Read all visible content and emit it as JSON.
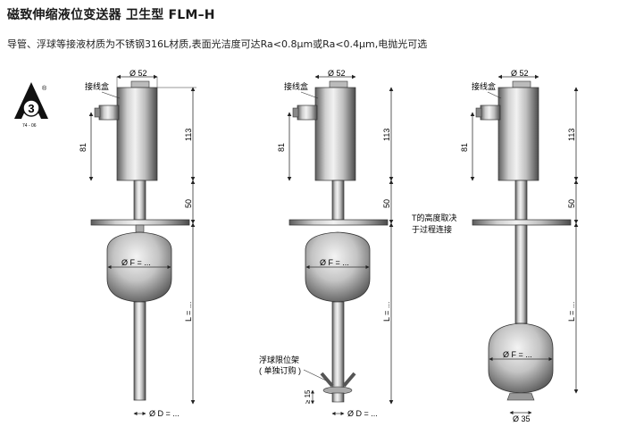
{
  "header": {
    "title": "磁致伸缩液位变送器 卫生型 FLM–H",
    "subtitle": "导管、浮球等接液材质为不锈钢316L材质,表面光洁度可达Ra<0.8μm或Ra<0.4μm,电抛光可选"
  },
  "logo": {
    "registered_mark": "®",
    "code": "74 - 06",
    "digit": "3"
  },
  "drawings": {
    "housing_diameter": "Ø 52",
    "junction_box": "接线盒",
    "dim_81": "81",
    "dim_113": "113",
    "dim_50": "50",
    "float_diameter": "Ø F = ...",
    "length": "L = ...",
    "tube_diameter": "Ø D = ...",
    "float_stop": "浮球限位架",
    "float_stop_note": "( 单独订购 )",
    "dim_15": "≥ 15",
    "bottom_diameter": "Ø 35",
    "t_note_line1": "T的高度取决",
    "t_note_line2": "于过程连接"
  }
}
